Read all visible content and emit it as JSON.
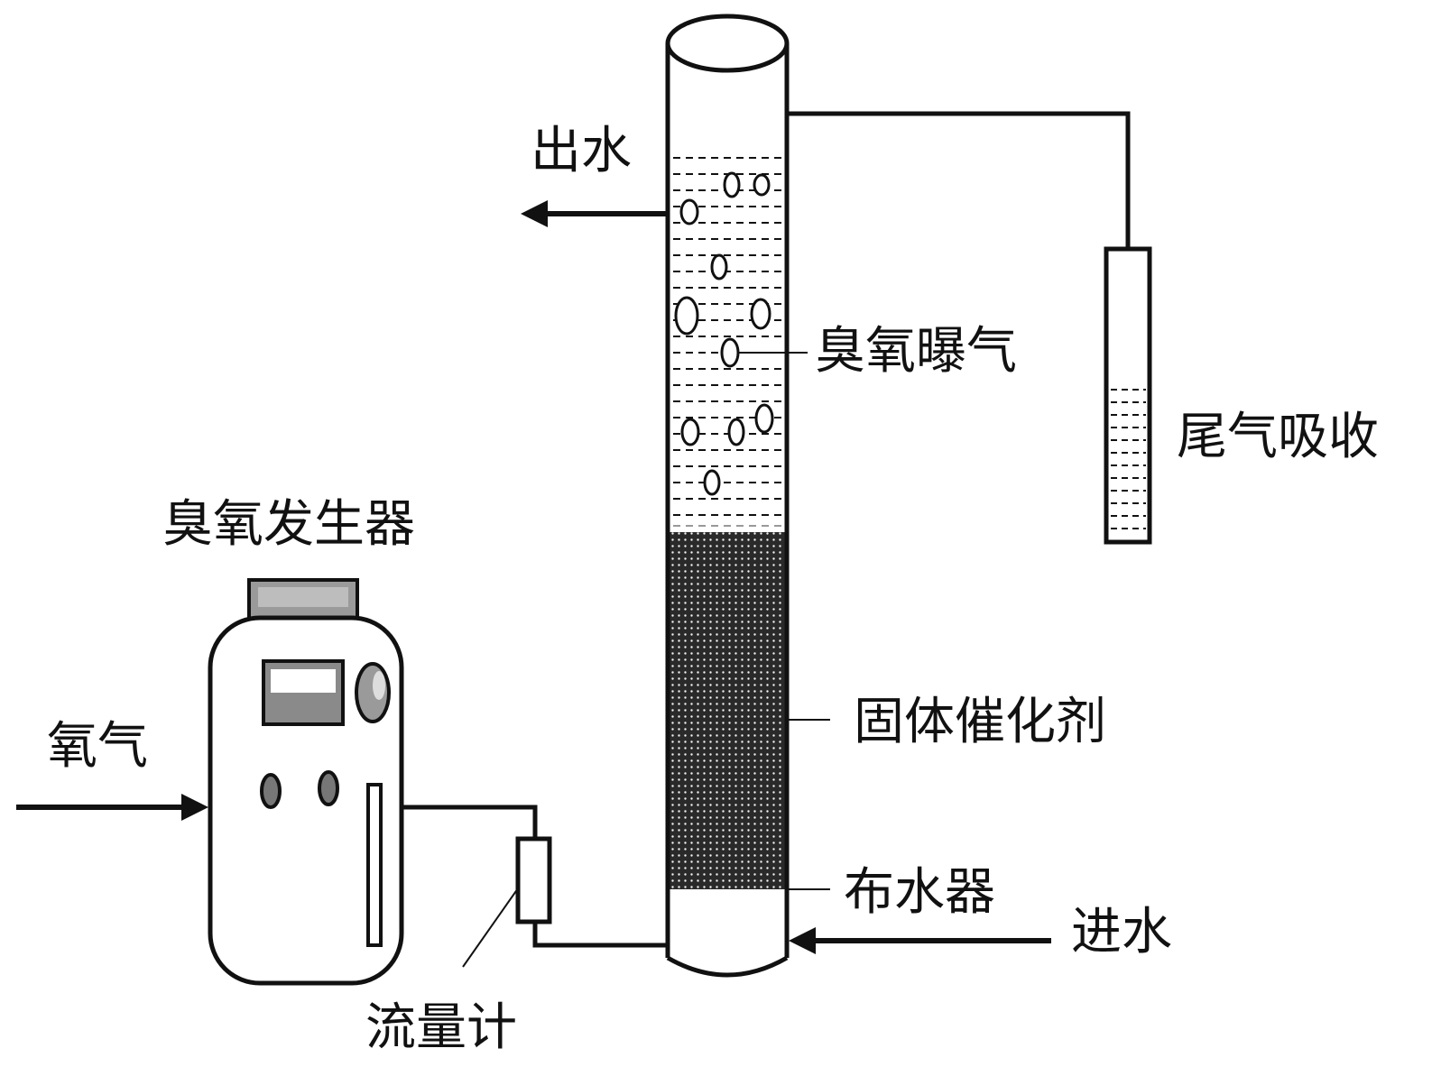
{
  "labels": {
    "outlet_water": "出水",
    "ozone_aeration": "臭氧曝气",
    "tail_gas_absorption": "尾气吸收",
    "ozone_generator": "臭氧发生器",
    "oxygen": "氧气",
    "solid_catalyst": "固体催化剂",
    "water_distributor": "布水器",
    "inlet_water": "进水",
    "flowmeter": "流量计"
  },
  "colors": {
    "line": "#111111",
    "catalyst": "#2a2a2a",
    "screen": "#8a8a8a",
    "lid": "#9a9a9a",
    "background": "#ffffff"
  }
}
